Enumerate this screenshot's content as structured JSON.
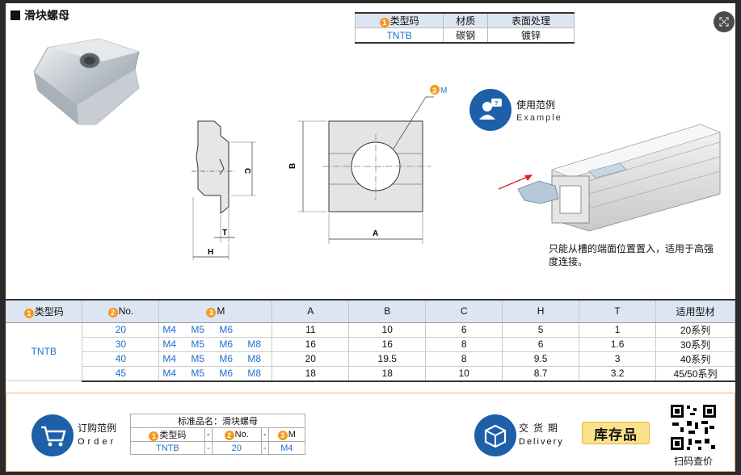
{
  "title": "滑块螺母",
  "spec_table": {
    "headers": [
      "类型码",
      "材质",
      "表面处理"
    ],
    "header_num": "1",
    "row": [
      "TNTB",
      "碳钢",
      "镀锌"
    ]
  },
  "drawing_labels": {
    "M": "M",
    "M_num": "3",
    "A": "A",
    "B": "B",
    "C": "C",
    "T": "T",
    "H": "H"
  },
  "usage": {
    "label_cn": "使用范例",
    "label_en": "Example",
    "text": "只能从槽的端面位置置入，适用于高强度连接。"
  },
  "main_table": {
    "headers": [
      {
        "num": "1",
        "text": "类型码"
      },
      {
        "num": "2",
        "text": "No."
      },
      {
        "num": "3",
        "text": "M"
      },
      {
        "num": "",
        "text": "A"
      },
      {
        "num": "",
        "text": "B"
      },
      {
        "num": "",
        "text": "C"
      },
      {
        "num": "",
        "text": "H"
      },
      {
        "num": "",
        "text": "T"
      },
      {
        "num": "",
        "text": "适用型材"
      }
    ],
    "type_code": "TNTB",
    "rows": [
      {
        "no": "20",
        "m": [
          "M4",
          "M5",
          "M6",
          ""
        ],
        "A": "11",
        "B": "10",
        "C": "6",
        "H": "5",
        "T": "1",
        "profile": "20系列"
      },
      {
        "no": "30",
        "m": [
          "M4",
          "M5",
          "M6",
          "M8"
        ],
        "A": "16",
        "B": "16",
        "C": "8",
        "H": "6",
        "T": "1.6",
        "profile": "30系列"
      },
      {
        "no": "40",
        "m": [
          "M4",
          "M5",
          "M6",
          "M8"
        ],
        "A": "20",
        "B": "19.5",
        "C": "8",
        "H": "9.5",
        "T": "3",
        "profile": "40系列"
      },
      {
        "no": "45",
        "m": [
          "M4",
          "M5",
          "M6",
          "M8"
        ],
        "A": "18",
        "B": "18",
        "C": "10",
        "H": "8.7",
        "T": "3.2",
        "profile": "45/50系列"
      }
    ]
  },
  "order": {
    "label_cn": "订购范例",
    "label_en": "Order",
    "std_name_label": "标准品名：滑块螺母",
    "headers": [
      {
        "num": "1",
        "text": "类型码"
      },
      {
        "num": "",
        "text": "-"
      },
      {
        "num": "2",
        "text": "No."
      },
      {
        "num": "",
        "text": "-"
      },
      {
        "num": "3",
        "text": "M"
      }
    ],
    "values": [
      "TNTB",
      "-",
      "20",
      "-",
      "M4"
    ]
  },
  "delivery": {
    "label_cn": "交货期",
    "label_en": "Delivery",
    "stock": "库存品"
  },
  "qr_label": "扫码查价",
  "colors": {
    "accent_blue": "#1e6fd0",
    "badge_orange": "#f39a1e",
    "header_bg": "#dce6f2",
    "icon_blue": "#1d5fa8",
    "stock_yellow": "#fbe18b"
  },
  "icons": [
    "close-icon",
    "usage-person-icon",
    "cart-icon",
    "box-icon",
    "qr-code-icon",
    "red-arrow-icon"
  ]
}
